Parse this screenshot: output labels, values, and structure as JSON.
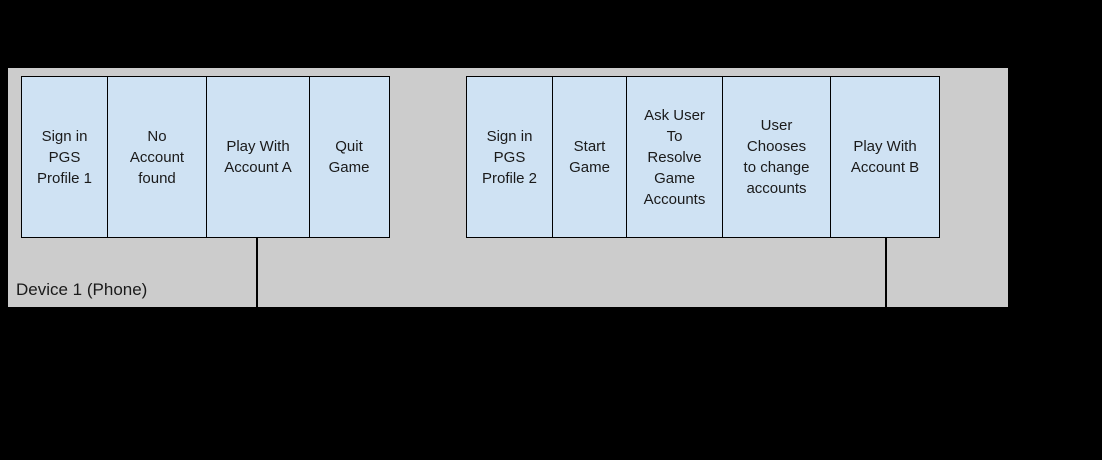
{
  "colors": {
    "background": "#000000",
    "lane_fill": "#cccccc",
    "node_fill": "#cfe2f3",
    "node_border": "#000000",
    "text": "#1a1a1a"
  },
  "lane": {
    "label": "Device 1 (Phone)"
  },
  "groups": [
    {
      "name": "left-flow",
      "nodes": [
        {
          "label": "Sign in\nPGS\nProfile 1"
        },
        {
          "label": "No\nAccount\nfound"
        },
        {
          "label": "Play With\nAccount A"
        },
        {
          "label": "Quit\nGame"
        }
      ]
    },
    {
      "name": "right-flow",
      "nodes": [
        {
          "label": "Sign in\nPGS\nProfile 2"
        },
        {
          "label": "Start\nGame"
        },
        {
          "label": "Ask User\nTo\nResolve\nGame\nAccounts"
        },
        {
          "label": "User\nChooses\nto change\naccounts"
        },
        {
          "label": "Play With\nAccount B"
        }
      ]
    }
  ],
  "connectors": [
    {
      "attached_to": "Play With Account A"
    },
    {
      "attached_to": "Play With Account B"
    }
  ]
}
